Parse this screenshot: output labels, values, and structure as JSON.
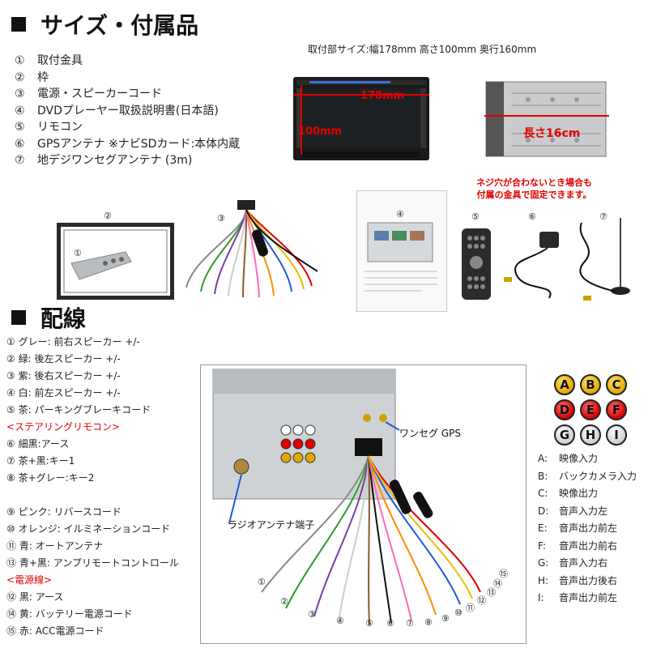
{
  "section1": {
    "title": "サイズ・付属品"
  },
  "install_size": "取付部サイズ:幅178mm 高さ100mm 奥行160mm",
  "accessories": [
    {
      "num": "①",
      "label": "取付金具"
    },
    {
      "num": "②",
      "label": "枠"
    },
    {
      "num": "③",
      "label": "電源・スピーカーコード"
    },
    {
      "num": "④",
      "label": "DVDプレーヤー取扱説明書(日本語)"
    },
    {
      "num": "⑤",
      "label": "リモコン"
    },
    {
      "num": "⑥",
      "label": "GPSアンテナ ※ナビSDカード:本体内蔵"
    },
    {
      "num": "⑦",
      "label": "地デジワンセグアンテナ (3m)"
    }
  ],
  "dims": {
    "width": "178mm",
    "height": "100mm",
    "depth": "長さ16cm"
  },
  "note": {
    "line1": "ネジ穴が合わないとき場合も",
    "line2": "付属の金具で固定できます。"
  },
  "part_nums": [
    "①",
    "②",
    "③",
    "④",
    "⑤",
    "⑥",
    "⑦"
  ],
  "section2": {
    "title": "配線"
  },
  "wiring": [
    {
      "num": "①",
      "label": "グレー: 前右スピーカー +/-"
    },
    {
      "num": "②",
      "label": "緑: 後左スピーカー +/-"
    },
    {
      "num": "③",
      "label": "紫: 後右スピーカー +/-"
    },
    {
      "num": "④",
      "label": "白: 前左スピーカー +/-"
    },
    {
      "num": "⑤",
      "label": "茶: パーキングブレーキコード"
    }
  ],
  "steering_head": "<ステアリングリモコン>",
  "steering": [
    {
      "num": "⑥",
      "label": "細黒:アース"
    },
    {
      "num": "⑦",
      "label": "茶+黒:キー1"
    },
    {
      "num": "⑧",
      "label": "茶+グレー:キー2"
    }
  ],
  "other": [
    {
      "num": "⑨",
      "label": "ピンク: リバースコード"
    },
    {
      "num": "⑩",
      "label": "オレンジ: イルミネーションコード"
    },
    {
      "num": "⑪",
      "label": "青: オートアンテナ"
    },
    {
      "num": "⑬",
      "label": "青+黒: アンプリモートコントロール"
    }
  ],
  "power_head": "<電源線>",
  "power": [
    {
      "num": "⑫",
      "label": "黒: アース"
    },
    {
      "num": "⑭",
      "label": "黄: バッテリー電源コード"
    },
    {
      "num": "⑮",
      "label": "赤: ACC電源コード"
    }
  ],
  "callouts": {
    "oneseg_gps": "ワンセグ GPS",
    "radio": "ラジオアンテナ端子"
  },
  "wire_nums": [
    "①",
    "②",
    "③",
    "④",
    "⑤",
    "⑥",
    "⑦",
    "⑧",
    "⑨",
    "⑩",
    "⑪",
    "⑫",
    "⑬",
    "⑭",
    "⑮"
  ],
  "rca_balls": [
    {
      "letter": "A",
      "color": "yellow"
    },
    {
      "letter": "B",
      "color": "yellow"
    },
    {
      "letter": "C",
      "color": "yellow"
    },
    {
      "letter": "D",
      "color": "red"
    },
    {
      "letter": "E",
      "color": "red"
    },
    {
      "letter": "F",
      "color": "red"
    },
    {
      "letter": "G",
      "color": "white"
    },
    {
      "letter": "H",
      "color": "white"
    },
    {
      "letter": "I",
      "color": "white"
    }
  ],
  "legend": [
    {
      "key": "A:",
      "label": "映像入力"
    },
    {
      "key": "B:",
      "label": "バックカメラ入力"
    },
    {
      "key": "C:",
      "label": "映像出力"
    },
    {
      "key": "D:",
      "label": "音声入力左"
    },
    {
      "key": "E:",
      "label": "音声出力前左"
    },
    {
      "key": "F:",
      "label": "音声出力前右"
    },
    {
      "key": "G:",
      "label": "音声入力右"
    },
    {
      "key": "H:",
      "label": "音声出力後右"
    },
    {
      "key": "I:",
      "label": "音声出力前左"
    }
  ],
  "colors": {
    "accent_red": "#e00000",
    "yellow": "#e2a800",
    "heading": "#111111"
  }
}
